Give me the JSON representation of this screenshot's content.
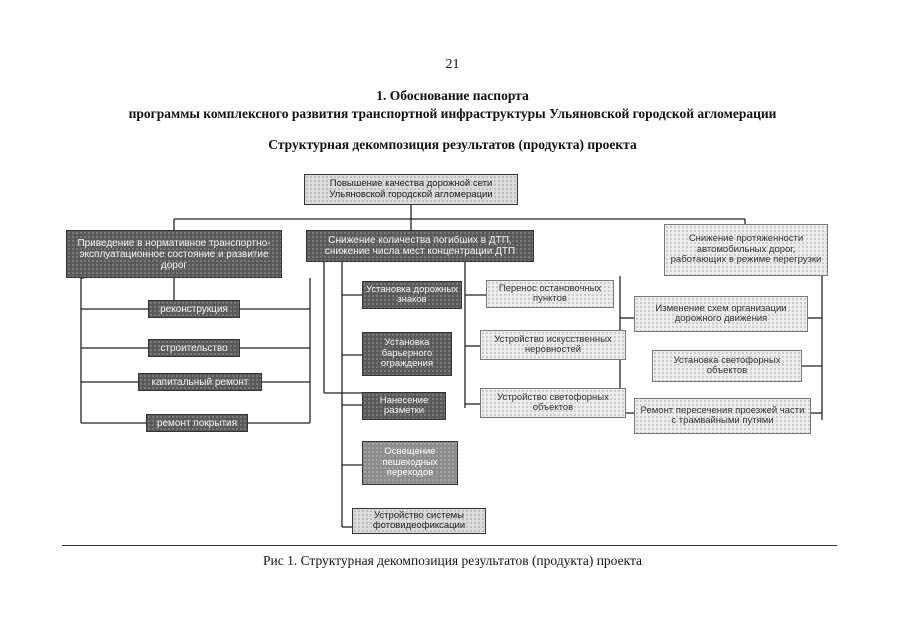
{
  "page_number": "21",
  "heading": {
    "line1": "1.  Обоснование паспорта",
    "line2": "программы комплексного развития транспортной инфраструктуры Ульяновской городской агломерации",
    "subtitle": "Структурная декомпозиция результатов (продукта) проекта"
  },
  "diagram": {
    "root": "Повышение качества дорожной сети Ульяновской городской агломерации",
    "branch_left": "Приведение в нормативное транспортно-эксплуатационное состояние и развитие дорог",
    "branch_center": "Снижение количества погибших в ДТП, снижение числа мест концентрации ДТП",
    "branch_right": "Снижение протяженности автомобильных дорог, работающих в режиме перегрузки",
    "left_items": [
      "реконструкция",
      "строительство",
      "капитальный ремонт",
      "ремонт покрытия"
    ],
    "center_items": [
      "Установка дорожных знаков",
      "Установка барьерного ограждения",
      "Нанесение разметки",
      "Освещение пешеходных переходов",
      "Устройство системы фотовидеофиксации"
    ],
    "center_right_items": [
      "Перенос остановочных пунктов",
      "Устройство искусственных неровностей",
      "Устройство светофорных объектов"
    ],
    "right_items": [
      "Изменение схем организации дорожного движения",
      "Установка светофорных объектов",
      "Ремонт пересечения проезжей части с трамвайными путями"
    ]
  },
  "caption": "Рис 1. Структурная декомпозиция результатов (продукта) проекта"
}
